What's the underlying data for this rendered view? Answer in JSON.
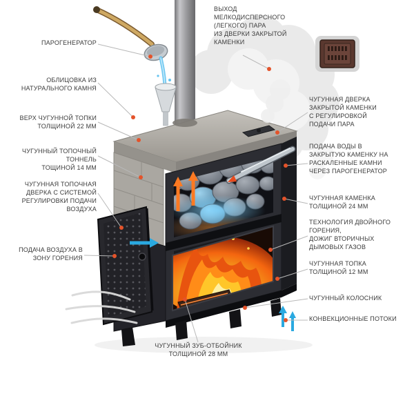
{
  "diagram": {
    "title": "sauna-stove-cutaway-diagram",
    "labels": {
      "steam_generator": "ПАРОГЕНЕРАТОР",
      "stone_facing": "ОБЛИЦОВКА ИЗ\nНАТУРАЛЬНОГО КАМНЯ",
      "firebox_top_22": "ВЕРХ ЧУГУННОЙ ТОПКИ\nТОЛЩИНОЙ 22 ММ",
      "firebox_tunnel_14": "ЧУГУННЫЙ ТОПОЧНЫЙ\nТОННЕЛЬ\nТОЩИНОЙ 14 ММ",
      "firebox_door": "ЧУГУННАЯ ТОПОЧНАЯ\nДВЕРКА С СИСТЕМОЙ\nРЕГУЛИРОВКИ ПОДАЧИ\nВОЗДУХА",
      "air_supply": "ПОДАЧА ВОЗДУХА В\nЗОНУ ГОРЕНИЯ",
      "steam_exit": "ВЫХОД\nМЕЛКОДИСПЕРСНОГО\n(ЛЕГКОГО) ПАРА\nИЗ ДВЕРКИ ЗАКРЫТОЙ\nКАМЕНКИ",
      "kamenka_door": "ЧУГУННАЯ ДВЕРКА\nЗАКРЫТОЙ КАМЕНКИ\nС РЕГУЛИРОВКОЙ\nПОДАЧИ ПАРА",
      "water_supply": "ПОДАЧА ВОДЫ В\nЗАКРЫТУЮ КАМЕНКУ НА\nРАСКАЛЕННЫЕ КАМНИ\nЧЕРЕЗ ПАРОГЕНЕРАТОР",
      "kamenka_24": "ЧУГУННАЯ КАМЕНКА\nТОЛЩИНОЙ 24 ММ",
      "double_combustion": "ТЕХНОЛОГИЯ ДВОЙНОГО\nГОРЕНИЯ,\nДОЖИГ ВТОРИЧНЫХ\nДЫМОВЫХ ГАЗОВ",
      "firebox_12": "ЧУГУННАЯ ТОПКА\nТОЛЩИНОЙ 12 ММ",
      "grate": "ЧУГУННЫЙ КОЛОСНИК",
      "convection": "КОНВЕКЦИОННЫЕ ПОТОКИ",
      "deflector_28": "ЧУГУННЫЙ ЗУБ-ОТБОЙНИК\nТОЛЩИНОЙ 28 ММ"
    },
    "icons": [
      "kamenka-door-icon",
      "ladle-icon",
      "funnel-icon",
      "chimney",
      "smoke-cloud",
      "stones",
      "flame",
      "up-arrow",
      "air-arrow",
      "leader-dot"
    ],
    "colors": {
      "leader_line": "#b8b8b8",
      "marker_dot": "#e4532a",
      "label_text": "#3b3b3b",
      "flame_orange": "#ff8c18",
      "water_blue": "#5ec1f0",
      "air_arrow_blue": "#2aa9e0",
      "hot_arrow_orange": "#ff7a22",
      "stone_gray": "#b7b4af",
      "smoke_gray": "#e7e7e7"
    }
  }
}
